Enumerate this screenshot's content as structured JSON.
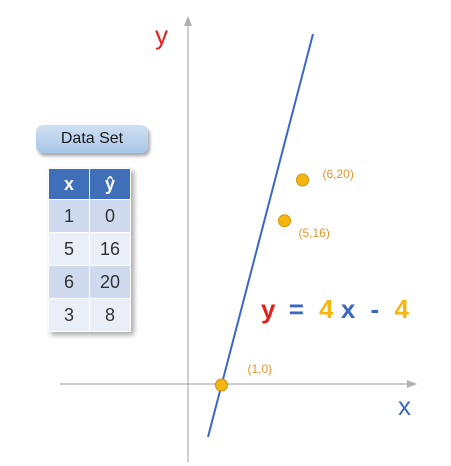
{
  "axes": {
    "x_label": "x",
    "y_label": "y"
  },
  "equation": {
    "y": "y",
    "eq": "=",
    "slope": "4",
    "x": "x",
    "minus": "-",
    "intercept": "4"
  },
  "points": [
    {
      "x": 1,
      "y": 0,
      "label": "(1,0)"
    },
    {
      "x": 5,
      "y": 16,
      "label": "(5,16)"
    },
    {
      "x": 6,
      "y": 20,
      "label": "(6,20)"
    }
  ],
  "dataset": {
    "title": "Data Set",
    "headers": [
      "x",
      "ŷ"
    ],
    "rows": [
      [
        "1",
        "0"
      ],
      [
        "5",
        "16"
      ],
      [
        "6",
        "20"
      ],
      [
        "3",
        "8"
      ]
    ]
  },
  "colors": {
    "line": "#3b68c2",
    "point": "#f6b60f",
    "y_text": "#e3201b",
    "accent": "#f6b60f",
    "header": "#3f6fb9"
  }
}
